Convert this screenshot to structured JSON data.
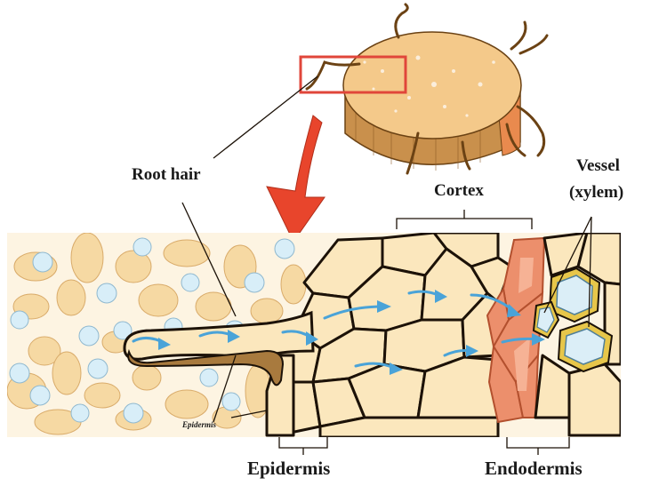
{
  "labels": {
    "root_hair": "Root hair",
    "cortex": "Cortex",
    "vessel_line1": "Vessel",
    "vessel_line2": "(xylem)",
    "epidermis_small": "Epidermis",
    "epidermis": "Epidermis",
    "endodermis": "Endodermis"
  },
  "colors": {
    "soil_grain": "#f6d9a3",
    "soil_grain_stroke": "#d9ab6a",
    "water_droplet": "#d8eef8",
    "cell_fill": "#fbe7bd",
    "cell_wall": "#1c1208",
    "endodermis_fill": "#ec8f6c",
    "endodermis_stroke": "#b3502e",
    "xylem_fill": "#dbeef7",
    "xylem_ring": "#e7c64a",
    "root_hair_fill": "#a87a3e",
    "flow_arrow": "#4aa3d8",
    "direction_arrow": "#e8452c",
    "highlight_box": "#e0463a",
    "root_section": "#f4c98a"
  },
  "icons": {
    "flow": "arrow-right-icon",
    "direction": "arrow-down-icon"
  }
}
